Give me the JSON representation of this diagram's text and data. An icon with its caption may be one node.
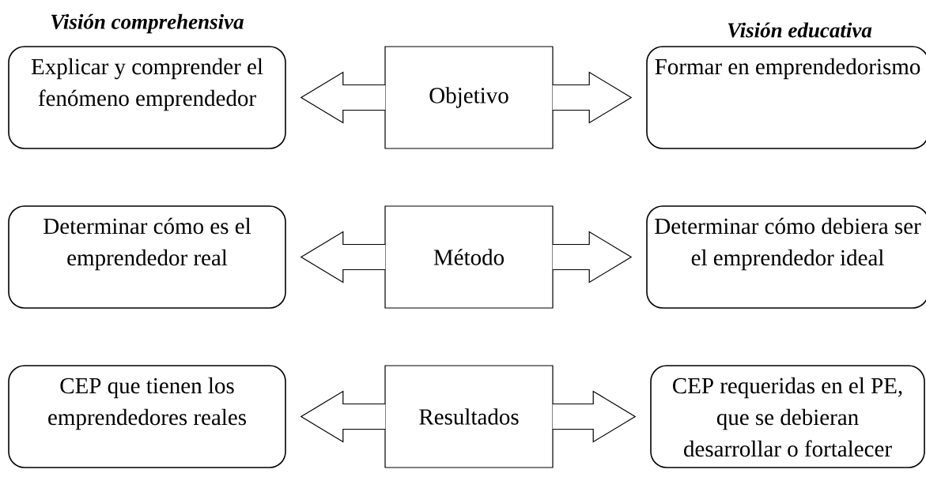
{
  "diagram": {
    "nodes": [
      {
        "text": [
          "Explicar y comprender el fenómeno emprendedor"
        ]
      },
      {
        "text": [
          "Objetivo"
        ]
      },
      {
        "text": [
          "Formar en emprendedorismo"
        ]
      },
      {
        "text": [
          "Determinar cómo es el emprendedor real"
        ]
      },
      {
        "text": [
          "Método"
        ]
      },
      {
        "text": [
          "Determinar cómo debiera ser el emprendedor ideal"
        ]
      },
      {
        "text": [
          "CEP que tienen los emprendedores reales"
        ]
      },
      {
        "text": [
          "Resultados"
        ]
      },
      {
        "text": [
          "CEP requeridas en el PE, que se debieran desarrollar o fortalecer"
        ]
      }
    ],
    "edges": [
      {
        "from": 1,
        "to": 0,
        "arrow": "to"
      },
      {
        "from": 1,
        "to": 2,
        "arrow": "to"
      },
      {
        "from": 4,
        "to": 3,
        "arrow": "to"
      },
      {
        "from": 4,
        "to": 5,
        "arrow": "to"
      },
      {
        "from": 7,
        "to": 6,
        "arrow": "to"
      },
      {
        "from": 7,
        "to": 8,
        "arrow": "to"
      }
    ],
    "labels": [
      "Visión comprehensiva",
      "Visión educativa"
    ]
  }
}
